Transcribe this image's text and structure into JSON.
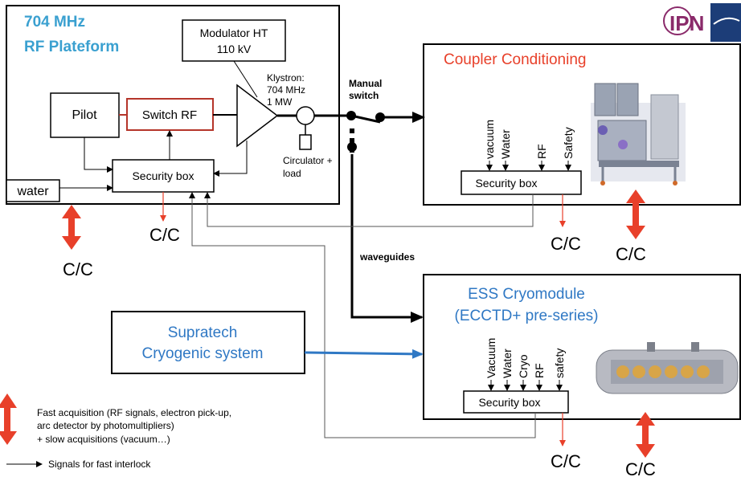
{
  "rf_platform": {
    "title_line1": "704 MHz",
    "title_line2": "RF Plateform",
    "modulator_line1": "Modulator HT",
    "modulator_line2": "110 kV",
    "klystron_line1": "Klystron:",
    "klystron_line2": "704 MHz",
    "klystron_line3": "1 MW",
    "pilot": "Pilot",
    "switch_rf": "Switch RF",
    "security_box": "Security box",
    "water": "water",
    "circulator_line1": "Circulator +",
    "circulator_line2": "load"
  },
  "manual_switch_line1": "Manual",
  "manual_switch_line2": "switch",
  "waveguides": "waveguides",
  "coupler": {
    "title": "Coupler Conditioning",
    "inputs": [
      "vacuum",
      "Water",
      "RF",
      "Safety"
    ],
    "security_box": "Security box"
  },
  "ess": {
    "title_line1": "ESS Cryomodule",
    "title_line2": "(ECCTD+ pre-series)",
    "inputs": [
      "Vacuum",
      "Water",
      "Cryo",
      "RF",
      "safety"
    ],
    "security_box": "Security box"
  },
  "supratech": {
    "line1": "Supratech",
    "line2": "Cryogenic system"
  },
  "cc_labels": [
    "C/C",
    "C/C",
    "C/C",
    "C/C",
    "C/C",
    "C/C"
  ],
  "legend": {
    "fast_line1": "Fast acquisition (RF signals, electron pick-up,",
    "fast_line2": "arc detector by photomultipliers)",
    "fast_line3": "+ slow acquisitions (vacuum…)",
    "signals": "Signals for fast interlock"
  },
  "logo_text": "IPN",
  "colors": {
    "title_blue": "#3aa0d0",
    "red_accent": "#e8402a",
    "supratech_blue": "#2f78c4",
    "switch_red": "#b5352a"
  }
}
